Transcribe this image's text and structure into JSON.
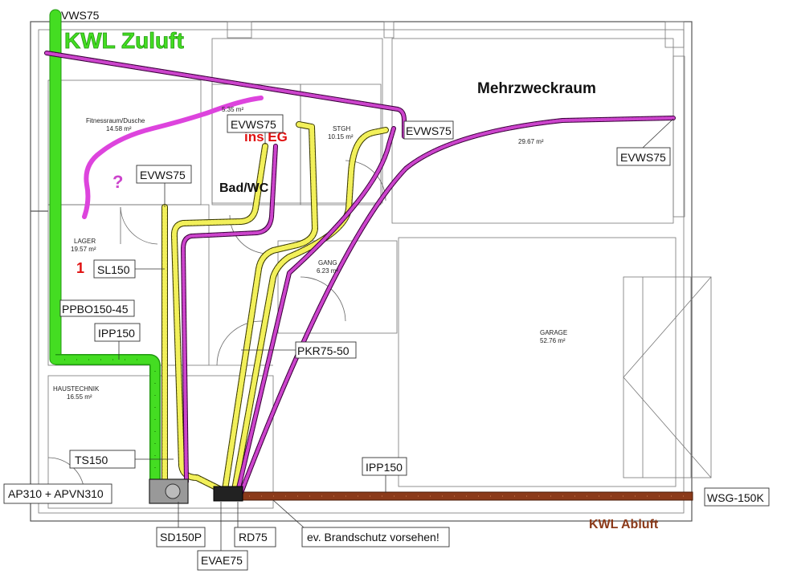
{
  "labels": {
    "ws75_top": "VWS75",
    "kwl_zuluft": "KWL Zuluft",
    "mehrzweckraum": "Mehrzweckraum",
    "fitness_area": "5.35 m²",
    "fitness_name": "Fitnessraum/Dusche",
    "fitness_m2": "14.58 m²",
    "evws75_a": "EVWS75",
    "ins_eg": "ins EG",
    "stgh": "STGH",
    "stgh_m2": "10.15 m²",
    "evws75_b": "EVWS75",
    "mzr_m2": "29.67 m²",
    "evws75_c": "EVWS75",
    "question": "?",
    "evws75_d": "EVWS75",
    "bad_wc": "Bad/WC",
    "lager": "LAGER",
    "lager_m2": "19.57 m²",
    "one": "1",
    "sl150": "SL150",
    "gang": "GANG",
    "gang_m2": "6.23 m²",
    "ppbo": "PPBO150-45",
    "ipp150_a": "IPP150",
    "pkr": "PKR75-50",
    "garage": "GARAGE",
    "garage_m2": "52.76 m²",
    "haustechnik": "HAUSTECHNIK",
    "haustechnik_m2": "16.55 m²",
    "ts150": "TS150",
    "ipp150_b": "IPP150",
    "ap310": "AP310 + APVN310",
    "wsg": "WSG-150K",
    "sd150p": "SD150P",
    "rd75": "RD75",
    "brandschutz": "ev. Brandschutz vorsehen!",
    "kwl_abluft": "KWL Abluft",
    "evae75": "EVAE75"
  },
  "colors": {
    "zuluft_green": "#44dd22",
    "abluft_brown": "#8b3a1a",
    "yellow_pipe": "#f2f05a",
    "magenta_pipe": "#cc44cc",
    "red_text": "#e01010"
  }
}
